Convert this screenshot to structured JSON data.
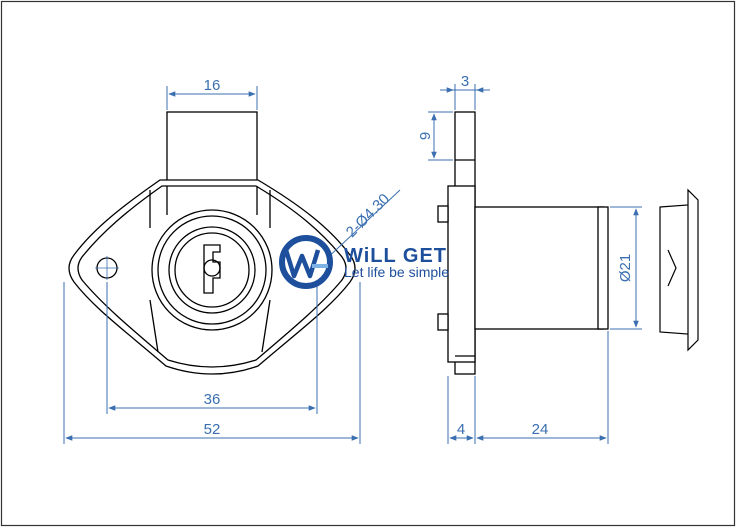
{
  "drawing": {
    "colors": {
      "line": "#000000",
      "dimension": "#3a6fb0",
      "brand": "#1d4f9c",
      "brand_light": "#7db2e6"
    },
    "dimensions": {
      "top_width": "16",
      "hole_note": "2-Ø4.30",
      "hole_spacing": "36",
      "overall_width": "52",
      "thickness": "3",
      "tab_height": "9",
      "cylinder_diameter": "Ø21",
      "plate_depth": "4",
      "cylinder_length": "24"
    }
  },
  "logo": {
    "title": "WiLL GET",
    "tagline": "Let life be simple",
    "icon": "wg-globe-icon"
  }
}
